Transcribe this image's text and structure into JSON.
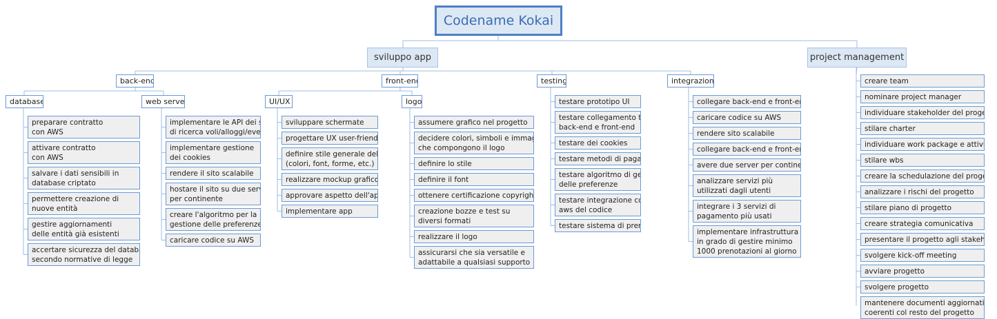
{
  "root": "Codename Kokai",
  "sviluppo": {
    "label": "sviluppo app",
    "backend": {
      "label": "back-end",
      "database": {
        "label": "database",
        "items": [
          [
            "preparare contratto",
            "con AWS"
          ],
          [
            "attivare contratto",
            "con AWS"
          ],
          [
            "salvare i dati sensibili in",
            "database criptato"
          ],
          [
            "permettere creazione di",
            "nuove entità"
          ],
          [
            "gestire aggiornamenti",
            "delle entità già esistenti"
          ],
          [
            "accertare sicurezza del database",
            "secondo normative di legge"
          ]
        ]
      },
      "webserver": {
        "label": "web server",
        "items": [
          [
            "implementare le API dei siti",
            "di ricerca voli/alloggi/eventi"
          ],
          [
            "implementare gestione",
            "dei cookies"
          ],
          [
            "rendere il sito scalabile"
          ],
          [
            "hostare il sito su due server",
            "per continente"
          ],
          [
            "creare l'algoritmo per la",
            "gestione delle preferenze"
          ],
          [
            "caricare codice su AWS"
          ]
        ]
      }
    },
    "frontend": {
      "label": "front-end",
      "uiux": {
        "label": "UI/UX",
        "items": [
          [
            "sviluppare schermate"
          ],
          [
            "progettare UX user-friendly"
          ],
          [
            "definire stile generale della UI",
            "(colori, font, forme, etc.)"
          ],
          [
            "realizzare mockup grafico dell'app"
          ],
          [
            "approvare aspetto dell'app"
          ],
          [
            "implementare app"
          ]
        ]
      },
      "logo": {
        "label": "logo",
        "items": [
          [
            "assumere grafico nel progetto"
          ],
          [
            "decidere colori, simboli e immagini",
            "che compongono il logo"
          ],
          [
            "definire lo stile"
          ],
          [
            "definire il font"
          ],
          [
            "ottenere certificazione copyright"
          ],
          [
            "creazione bozze e test su",
            "diversi formati"
          ],
          [
            "realizzare il logo"
          ],
          [
            "assicurarsi che sia versatile e",
            "adattabile a qualsiasi supporto"
          ]
        ]
      }
    },
    "testing": {
      "label": "testing",
      "items": [
        [
          "testare prototipo UI"
        ],
        [
          "testare collegamento tra",
          "back-end e front-end"
        ],
        [
          "testare dei cookies"
        ],
        [
          "testare metodi di pagamento"
        ],
        [
          "testare algoritmo di gestione",
          "delle preferenze"
        ],
        [
          "testare integrazione con",
          "aws del codice"
        ],
        [
          "testare sistema di prenotazione"
        ]
      ]
    },
    "integrazione": {
      "label": "integrazione",
      "items": [
        [
          "collegare back-end e front-end"
        ],
        [
          "caricare codice su AWS"
        ],
        [
          "rendere sito scalabile"
        ],
        [
          "collegare back-end e front-end"
        ],
        [
          "avere due server per continente"
        ],
        [
          "analizzare servizi più",
          "utilizzati dagli utenti"
        ],
        [
          "integrare i 3 servizi di",
          "pagamento più usati"
        ],
        [
          "implementare infrastruttura",
          "in grado di gestire minimo",
          "1000 prenotazioni al giorno"
        ]
      ]
    }
  },
  "pm": {
    "label": "project management",
    "items": [
      [
        "creare team"
      ],
      [
        "nominare project manager"
      ],
      [
        "individuare stakeholder del progetto"
      ],
      [
        "stilare charter"
      ],
      [
        "individuare work package e attività"
      ],
      [
        "stilare wbs"
      ],
      [
        "creare la schedulazione del progetto"
      ],
      [
        "analizzare i rischi del progetto"
      ],
      [
        "stilare piano di progetto"
      ],
      [
        "creare strategia comunicativa"
      ],
      [
        "presentare il progetto agli stakeholder"
      ],
      [
        "svolgere kick-off meeting"
      ],
      [
        "avviare progetto"
      ],
      [
        "svolgere progetto"
      ],
      [
        "mantenere documenti aggiornati e",
        "coerenti col resto del progetto"
      ]
    ]
  }
}
